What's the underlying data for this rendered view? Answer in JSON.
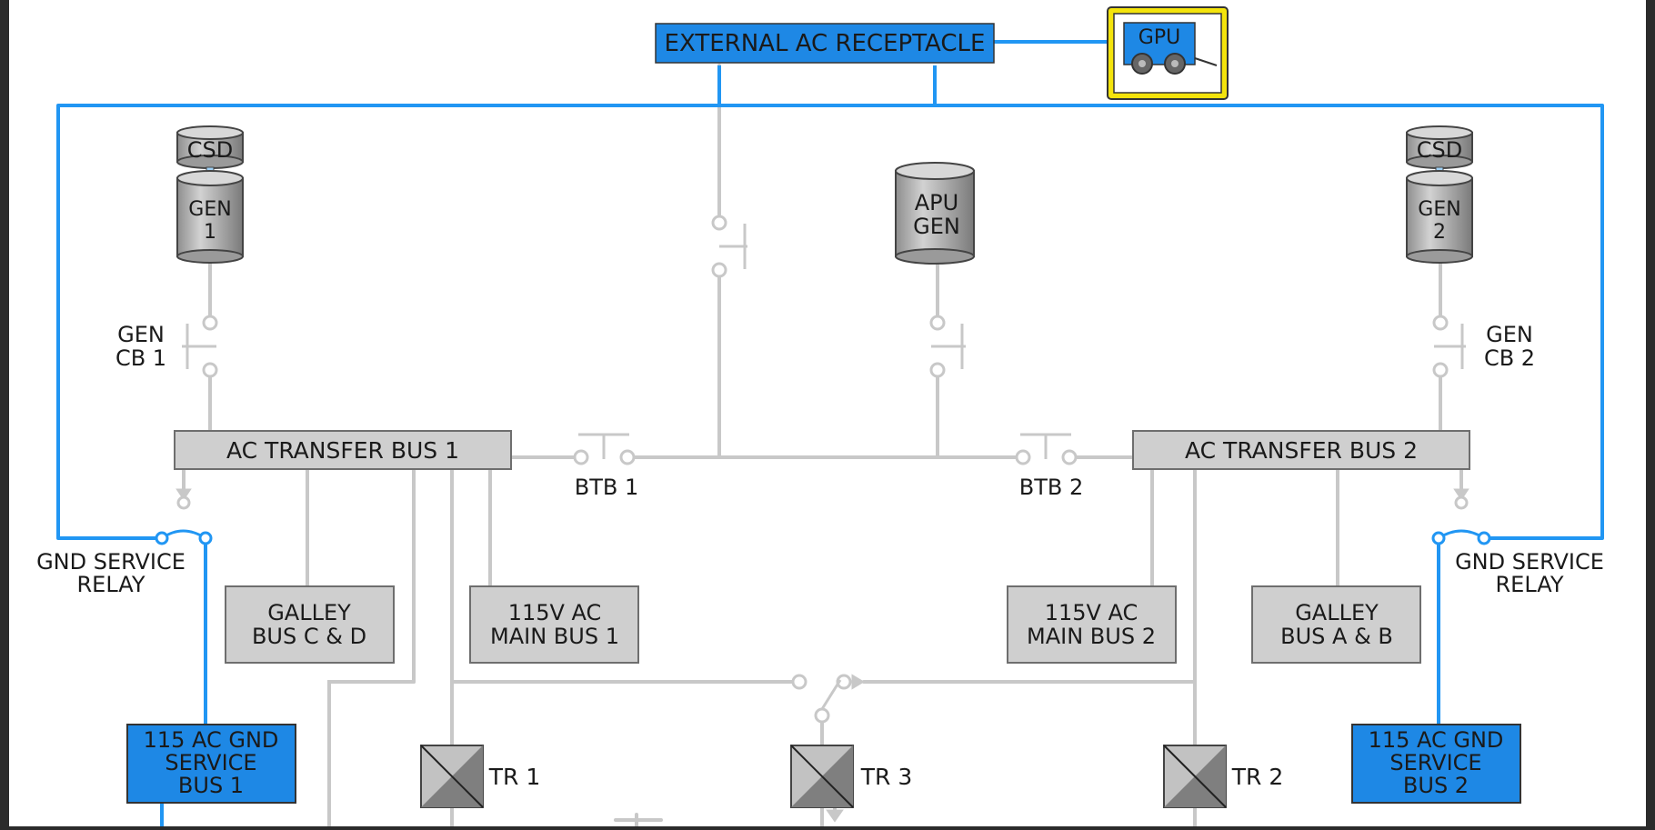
{
  "colors": {
    "energized": "#2196f3",
    "energized_fill": "#1e88e5",
    "inactive": "#c8c8c8",
    "box_fill": "#cfcfcf",
    "box_stroke": "#6e6e6e",
    "highlight": "#f4e40c",
    "text": "#1a1a1a"
  },
  "sources": {
    "external_ac_receptacle": "EXTERNAL AC RECEPTACLE",
    "gpu": "GPU",
    "csd_left": "CSD",
    "csd_right": "CSD",
    "gen1_line1": "GEN",
    "gen1_line2": "1",
    "gen2_line1": "GEN",
    "gen2_line2": "2",
    "apu_line1": "APU",
    "apu_line2": "GEN"
  },
  "breakers": {
    "gen_cb1_line1": "GEN",
    "gen_cb1_line2": "CB 1",
    "gen_cb2_line1": "GEN",
    "gen_cb2_line2": "CB 2",
    "btb1": "BTB 1",
    "btb2": "BTB 2"
  },
  "relays": {
    "left_line1": "GND SERVICE",
    "left_line2": "RELAY",
    "right_line1": "GND SERVICE",
    "right_line2": "RELAY"
  },
  "buses": {
    "ac_transfer_bus_1": "AC TRANSFER BUS 1",
    "ac_transfer_bus_2": "AC TRANSFER BUS 2",
    "galley_cd_line1": "GALLEY",
    "galley_cd_line2": "BUS C & D",
    "main_bus1_line1": "115V AC",
    "main_bus1_line2": "MAIN BUS 1",
    "main_bus2_line1": "115V AC",
    "main_bus2_line2": "MAIN BUS 2",
    "galley_ab_line1": "GALLEY",
    "galley_ab_line2": "BUS A & B",
    "gnd_bus1_line1": "115 AC GND",
    "gnd_bus1_line2": "SERVICE",
    "gnd_bus1_line3": "BUS 1",
    "gnd_bus2_line1": "115 AC GND",
    "gnd_bus2_line2": "SERVICE",
    "gnd_bus2_line3": "BUS 2"
  },
  "transformers": {
    "tr1": "TR 1",
    "tr2": "TR 2",
    "tr3": "TR 3"
  }
}
